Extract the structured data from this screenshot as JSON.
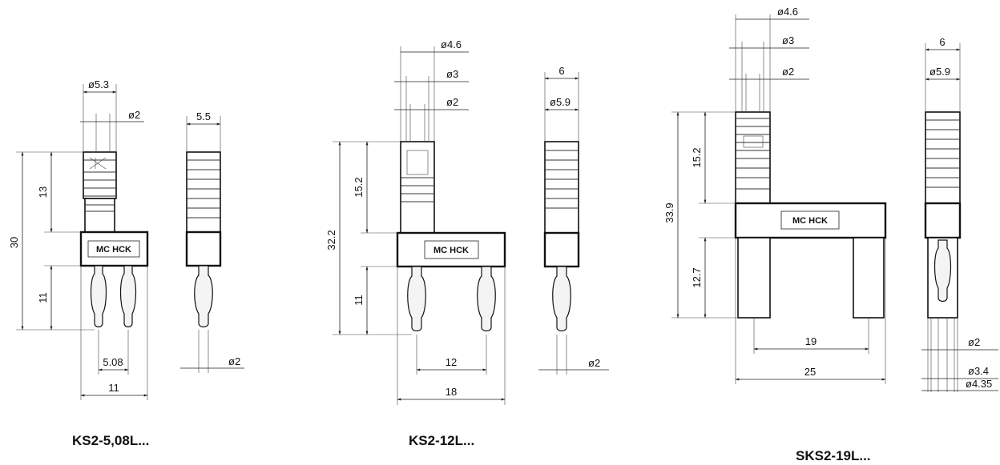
{
  "products": [
    {
      "name": "KS2-5,08L...",
      "logo": "MC HCK",
      "front_dims": {
        "dia_top": "ø5.3",
        "dia_inner": "ø2",
        "height_total": "30",
        "height_upper": "13",
        "height_lower": "11",
        "pitch": "5.08",
        "width": "11"
      },
      "side_dims": {
        "width": "5.5",
        "pin_dia": "ø2"
      }
    },
    {
      "name": "KS2-12L...",
      "logo": "MC HCK",
      "front_dims": {
        "dia_outer": "ø4.6",
        "dia_mid": "ø3",
        "dia_inner": "ø2",
        "height_total": "32.2",
        "height_upper": "15.2",
        "height_lower": "11",
        "pitch": "12",
        "width": "18"
      },
      "side_dims": {
        "width": "6",
        "dia": "ø5.9",
        "pin_dia": "ø2"
      }
    },
    {
      "name": "SKS2-19L...",
      "logo": "MC HCK",
      "front_dims": {
        "dia_outer": "ø4.6",
        "dia_mid": "ø3",
        "dia_inner": "ø2",
        "height_total": "33.9",
        "height_upper": "15.2",
        "height_lower": "12.7",
        "pitch": "19",
        "width": "25"
      },
      "side_dims": {
        "width": "6",
        "dia": "ø5.9",
        "pin_dia_1": "ø2",
        "pin_dia_2": "ø3.4",
        "pin_dia_3": "ø4.35"
      }
    }
  ]
}
